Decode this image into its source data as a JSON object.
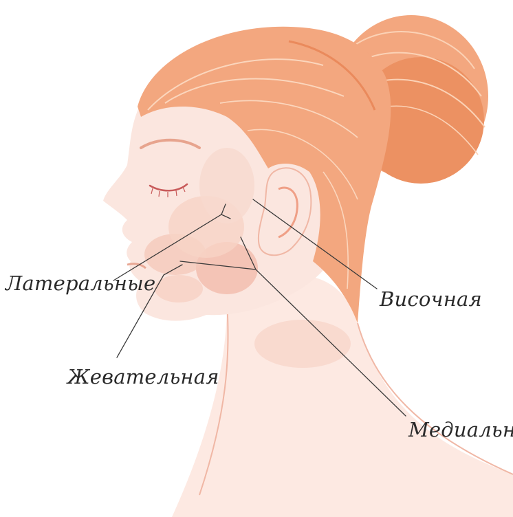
{
  "labels": {
    "lateral": "Латеральные",
    "temporal": "Височная",
    "masticatory": "Жевательная",
    "medial": "Медиальная"
  },
  "colors": {
    "skin": "#fbe6df",
    "skin_shade": "#f4c7b8",
    "muscle": "#f2b8a8",
    "hair": "#f3a77f",
    "hair_dark": "#ea8a5c",
    "hair_light": "#f8c9a8",
    "line": "#3a3a3a",
    "text": "#2a2a2a"
  }
}
